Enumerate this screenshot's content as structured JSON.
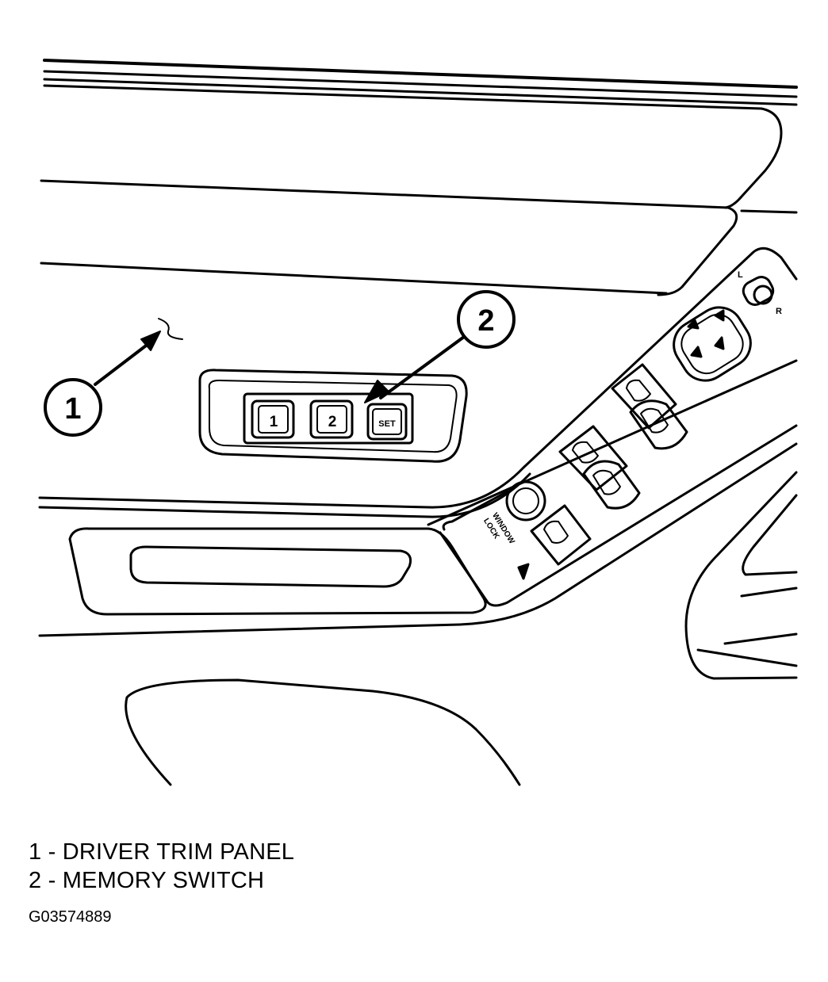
{
  "callouts": [
    {
      "number": "1",
      "label": "DRIVER TRIM PANEL"
    },
    {
      "number": "2",
      "label": "MEMORY SWITCH"
    }
  ],
  "memory_switch": {
    "button_1": "1",
    "button_2": "2",
    "button_set": "SET"
  },
  "panel_labels": {
    "window_lock_line1": "WINDOW",
    "window_lock_line2": "LOCK",
    "mirror_left": "L",
    "mirror_right": "R"
  },
  "legend": {
    "line1": "1 - DRIVER TRIM PANEL",
    "line2": "2 - MEMORY SWITCH"
  },
  "figure_id": "G03574889",
  "colors": {
    "ink": "#000000",
    "paper": "#ffffff"
  }
}
